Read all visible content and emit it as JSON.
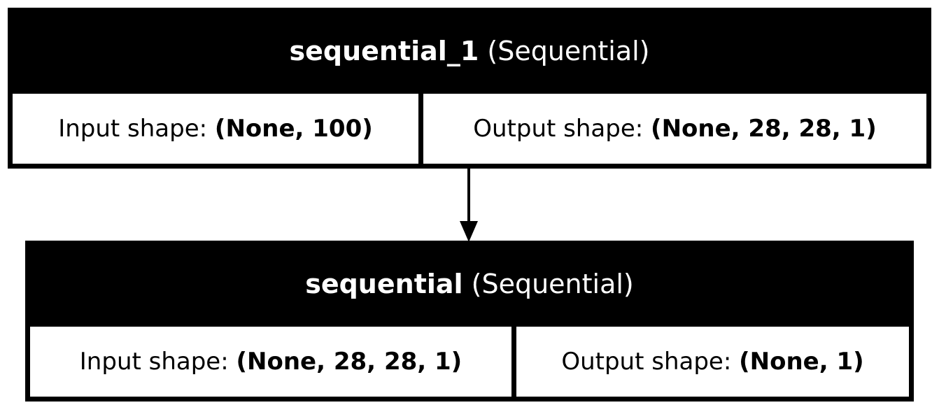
{
  "layers": [
    {
      "name": "sequential_1",
      "type": "(Sequential)",
      "input_label": "Input shape:",
      "input_shape": "(None, 100)",
      "output_label": "Output shape:",
      "output_shape": "(None, 28, 28, 1)"
    },
    {
      "name": "sequential",
      "type": "(Sequential)",
      "input_label": "Input shape:",
      "input_shape": "(None, 28, 28, 1)",
      "output_label": "Output shape:",
      "output_shape": "(None, 1)"
    }
  ],
  "colors": {
    "header_background": "#000000",
    "header_text": "#ffffff",
    "cell_background": "#ffffff",
    "border": "#000000"
  }
}
